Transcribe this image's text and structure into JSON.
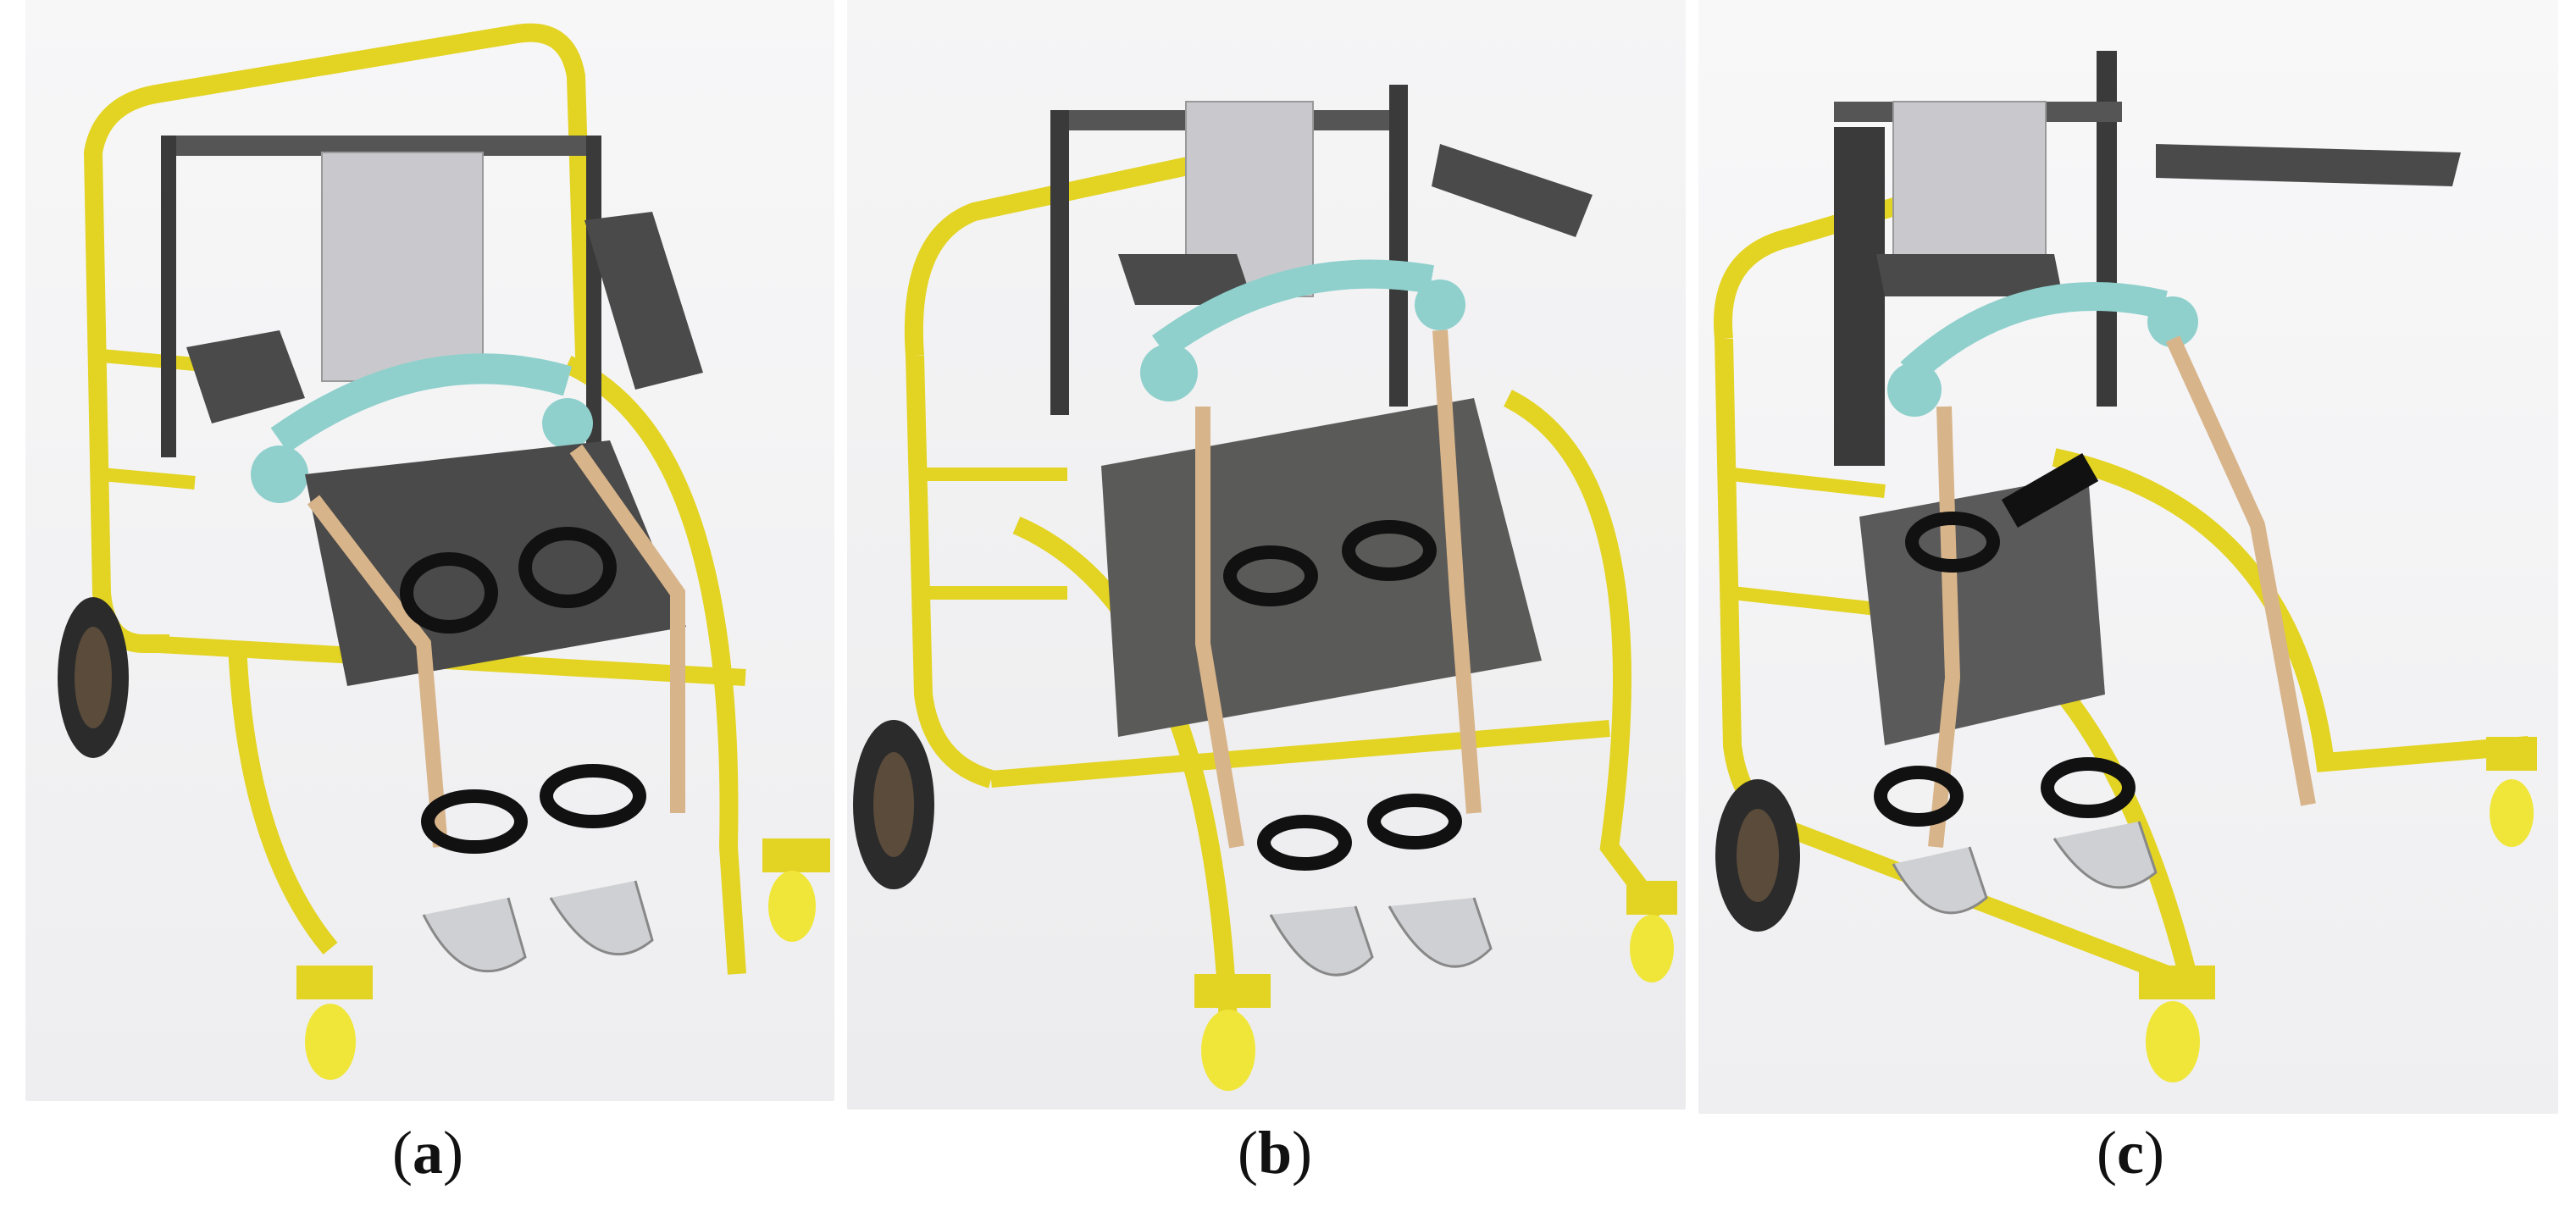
{
  "figure": {
    "panels": [
      {
        "id": "a",
        "label": "a",
        "view": "front-three-quarter"
      },
      {
        "id": "b",
        "label": "b",
        "view": "side-three-quarter"
      },
      {
        "id": "c",
        "label": "c",
        "view": "side"
      }
    ],
    "colors": {
      "frame": "#e3d323",
      "frame_shade": "#b9ab14",
      "mechanism": "#8fd0cc",
      "brace": "#d8b48a",
      "strap": "#111111",
      "seat": "#4a4a4a",
      "backrest": "#c9c9cd",
      "wheel": "#2b2b2b",
      "caster": "#f0e63a"
    },
    "parens": {
      "open": "(",
      "close": ")"
    }
  }
}
